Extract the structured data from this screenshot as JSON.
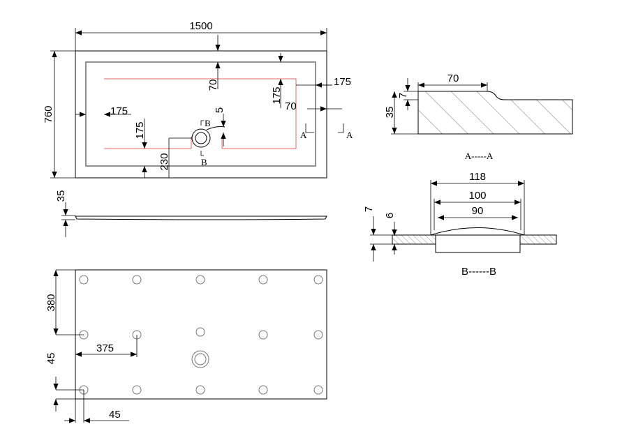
{
  "top_view": {
    "width": "1500",
    "height": "760",
    "d_70_top": "70",
    "d_175_top": "175",
    "d_175_right": "175",
    "d_175_left": "175",
    "d_175_mid": "175",
    "d_70_right": "70",
    "d_5": "5",
    "d_230": "230",
    "label_b_top": "B",
    "label_b_bottom": "B",
    "label_a_left": "A",
    "label_a_right": "A"
  },
  "side_view": {
    "thickness": "35"
  },
  "bottom_view": {
    "d_380": "380",
    "d_375": "375",
    "d_45_left": "45",
    "d_45_bottom": "45"
  },
  "section_a": {
    "d_70": "70",
    "d_7": "7",
    "d_35": "35",
    "title": "A-----A"
  },
  "section_b": {
    "d_118": "118",
    "d_100": "100",
    "d_90": "90",
    "d_7": "7",
    "d_6": "6",
    "title": "B------B"
  }
}
